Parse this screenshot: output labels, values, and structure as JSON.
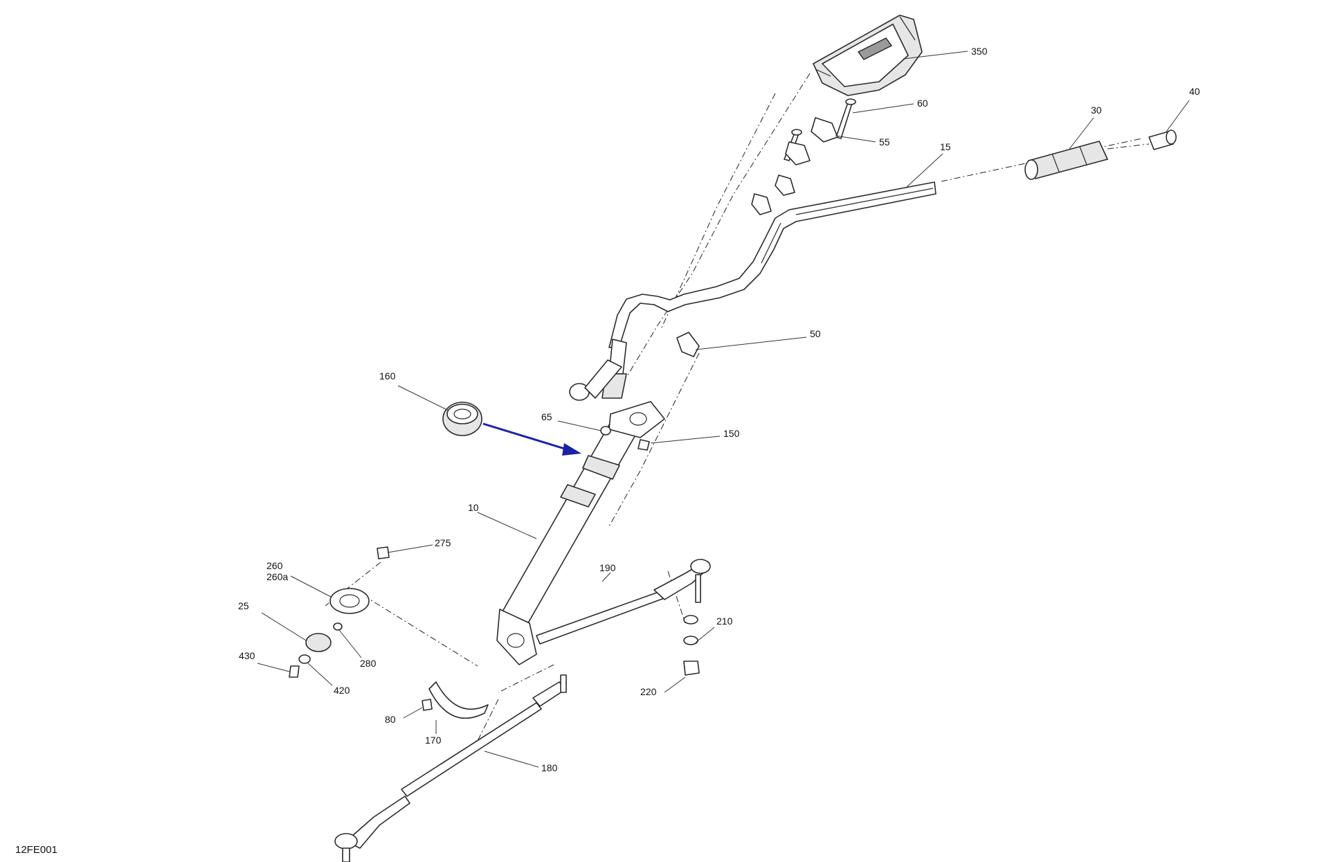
{
  "diagram": {
    "reference_code": "12FE001",
    "callouts": [
      {
        "id": "c350",
        "text": "350"
      },
      {
        "id": "c60",
        "text": "60"
      },
      {
        "id": "c40",
        "text": "40"
      },
      {
        "id": "c30",
        "text": "30"
      },
      {
        "id": "c55",
        "text": "55"
      },
      {
        "id": "c15",
        "text": "15"
      },
      {
        "id": "c50",
        "text": "50"
      },
      {
        "id": "c160",
        "text": "160"
      },
      {
        "id": "c65",
        "text": "65"
      },
      {
        "id": "c150",
        "text": "150"
      },
      {
        "id": "c10",
        "text": "10"
      },
      {
        "id": "c275",
        "text": "275"
      },
      {
        "id": "c260",
        "text": "260"
      },
      {
        "id": "c260a",
        "text": "260a"
      },
      {
        "id": "c190",
        "text": "190"
      },
      {
        "id": "c25",
        "text": "25"
      },
      {
        "id": "c210",
        "text": "210"
      },
      {
        "id": "c280",
        "text": "280"
      },
      {
        "id": "c430",
        "text": "430"
      },
      {
        "id": "c420",
        "text": "420"
      },
      {
        "id": "c220",
        "text": "220"
      },
      {
        "id": "c80",
        "text": "80"
      },
      {
        "id": "c170",
        "text": "170"
      },
      {
        "id": "c180",
        "text": "180"
      }
    ],
    "colors": {
      "line": "#2a2a2a",
      "arrow": "#1a22a8",
      "background": "#ffffff"
    }
  }
}
